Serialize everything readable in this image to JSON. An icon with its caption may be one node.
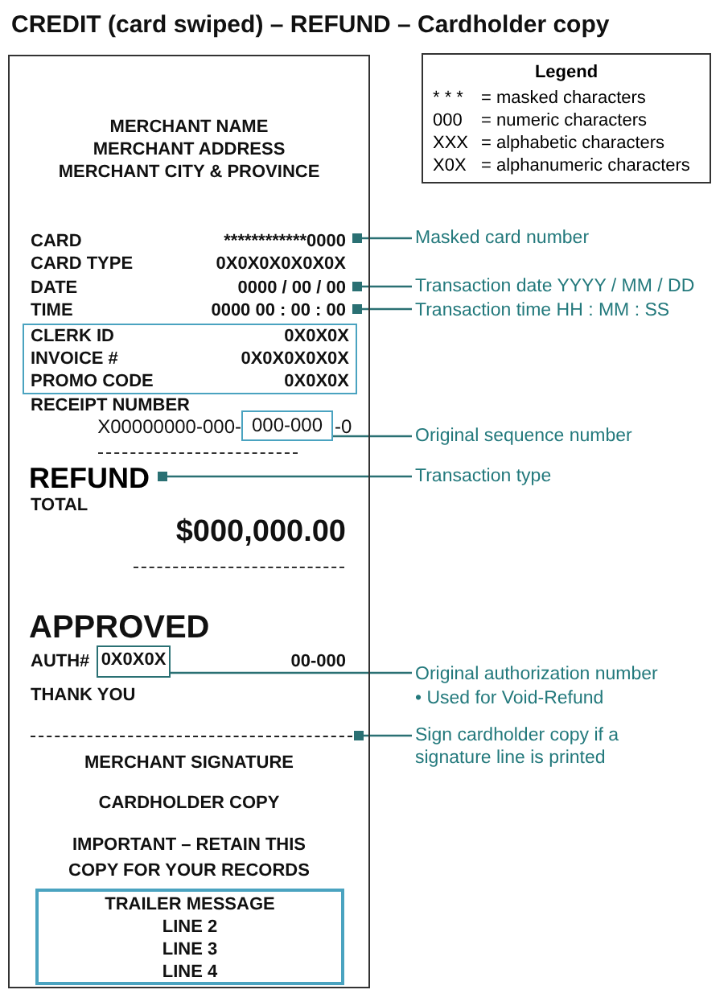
{
  "diagram": {
    "title": "CREDIT (card swiped) – REFUND – Cardholder copy",
    "nodes": [
      {
        "text": [],
        "shape": "box"
      },
      {
        "text": [
          "Legend",
          "* * *",
          "= masked characters",
          "000",
          "= numeric characters",
          "XXX",
          "= alphabetic characters",
          "X0X",
          "= alphanumeric characters"
        ]
      },
      {
        "text": [
          "************0000"
        ],
        "in": 0
      },
      {
        "text": [
          "Masked card number"
        ]
      },
      {
        "text": [
          "0000 / 00 / 00"
        ],
        "in": 0
      },
      {
        "text": [
          "Transaction date YYYY / MM / DD"
        ]
      },
      {
        "text": [
          "0000 00 : 00 : 00"
        ],
        "in": 0
      },
      {
        "text": [
          "Transaction time HH : MM : SS"
        ]
      },
      {
        "text": [
          "CLERK ID",
          "0X0X0X",
          "INVOICE #",
          "0X0X0X0X0X",
          "PROMO CODE",
          "0X0X0X"
        ],
        "in": 0
      },
      {
        "text": [
          "000-000"
        ],
        "in": 0
      },
      {
        "text": [
          "Original sequence number"
        ]
      },
      {
        "text": [
          "REFUND"
        ],
        "in": 0
      },
      {
        "text": [
          "Transaction type"
        ]
      },
      {
        "text": [
          "0X0X0X"
        ],
        "in": 0
      },
      {
        "text": [
          "Original authorization number",
          "• Used for Void-Refund"
        ]
      },
      {
        "text": [],
        "shape": "line",
        "in": 0
      },
      {
        "text": [
          "Sign cardholder copy if a signature line is printed"
        ]
      },
      {
        "text": [
          "TRAILER MESSAGE",
          "LINE 2",
          "LINE 3",
          "LINE 4"
        ],
        "in": 0
      }
    ],
    "edges": [
      {
        "from": 3,
        "to": 2,
        "arrow": "other"
      },
      {
        "from": 5,
        "to": 4,
        "arrow": "other"
      },
      {
        "from": 7,
        "to": 6,
        "arrow": "other"
      },
      {
        "from": 10,
        "to": 9,
        "arrow": "none"
      },
      {
        "from": 12,
        "to": 11,
        "arrow": "other"
      },
      {
        "from": 14,
        "to": 13,
        "arrow": "none"
      },
      {
        "from": 16,
        "to": 15,
        "arrow": "other"
      }
    ],
    "labels": [
      "MERCHANT NAME",
      "MERCHANT ADDRESS",
      "MERCHANT CITY & PROVINCE",
      "CARD",
      "CARD TYPE",
      "0X0X0X0X0X0X",
      "DATE",
      "TIME",
      "RECEIPT NUMBER",
      "X00000000-000-",
      "-0",
      "TOTAL",
      "$000,000.00",
      "APPROVED",
      "AUTH#",
      "00-000",
      "THANK YOU",
      "MERCHANT SIGNATURE",
      "CARDHOLDER COPY",
      "IMPORTANT – RETAIN THIS COPY FOR YOUR RECORDS"
    ]
  }
}
